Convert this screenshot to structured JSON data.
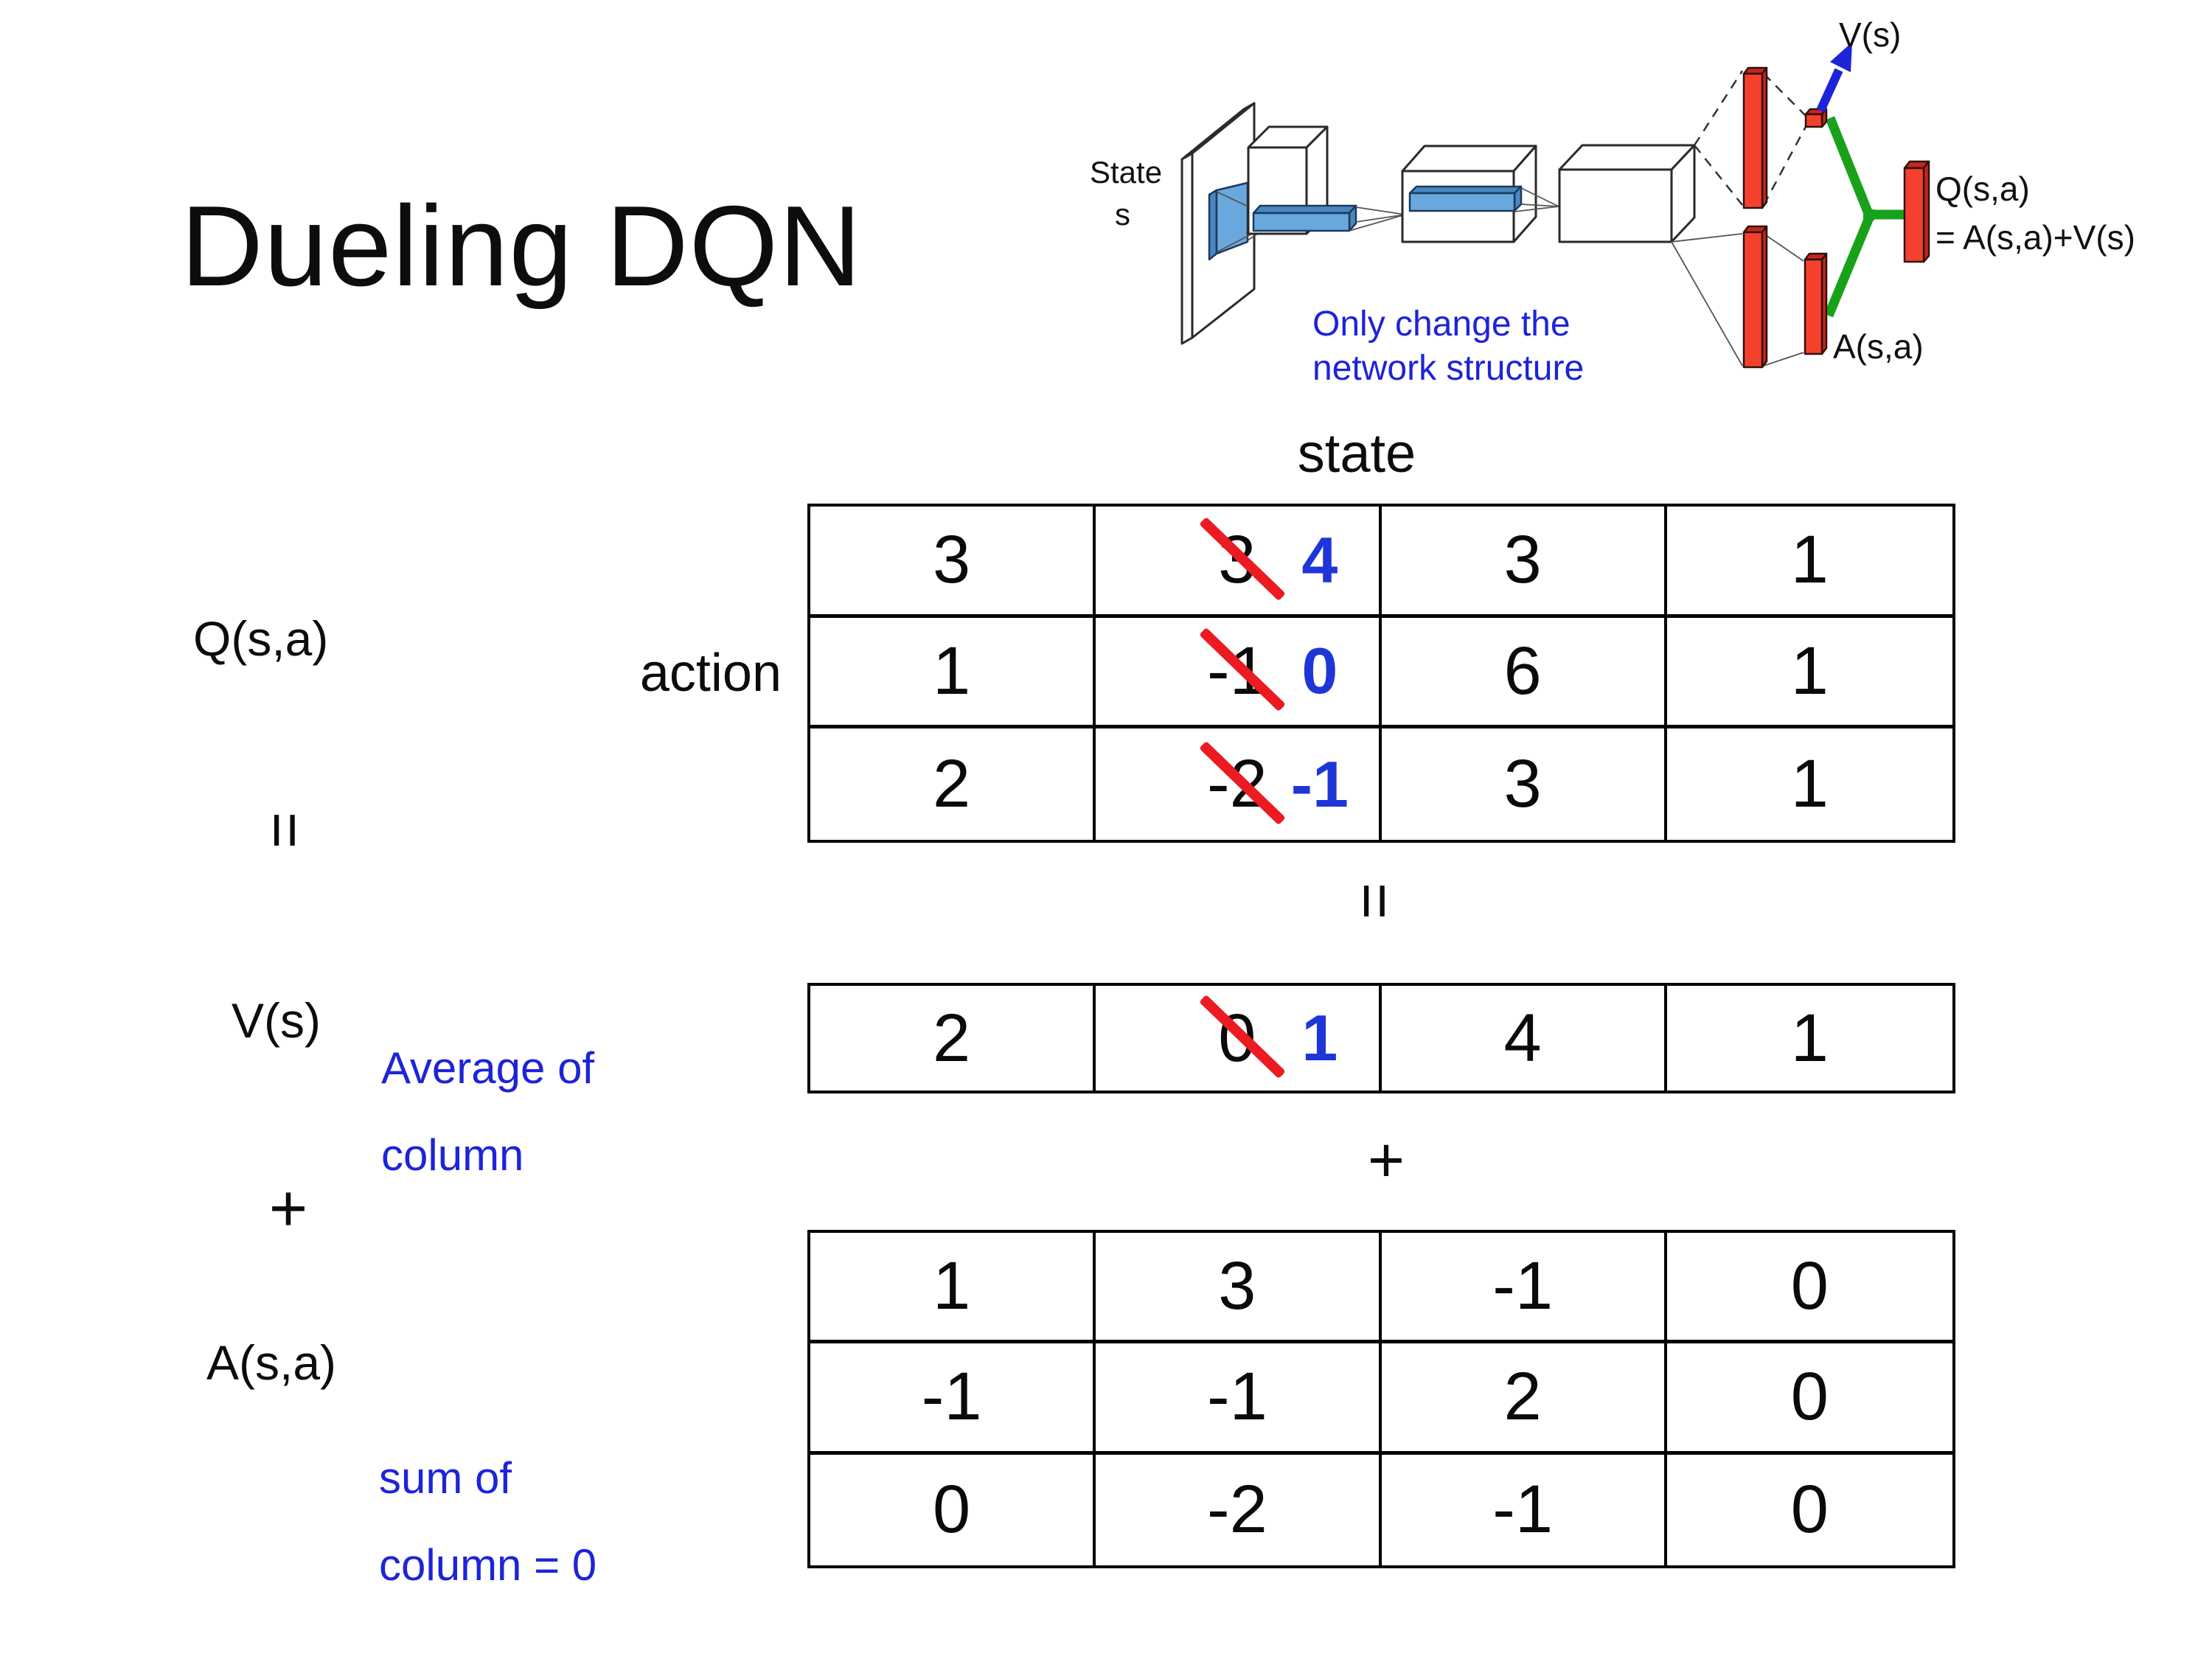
{
  "slide_title": "Dueling DQN",
  "colors": {
    "annotation_blue": "#1d24d8",
    "number_blue": "#1e36d8",
    "strike_red": "#ec1b21",
    "bar_red": "#f5402e",
    "bar_red_dark": "#c5281a",
    "green": "#1aa11a",
    "conv_blue": "#68a8dc",
    "conv_blue_dark": "#4b86c0"
  },
  "network_diagram": {
    "input_label_line1": "State",
    "input_label_line2": "s",
    "note_line1": "Only change the",
    "note_line2": "network structure",
    "v_output_label": "V(s)",
    "a_output_label": "A(s,a)",
    "q_output_label_line1": "Q(s,a)",
    "q_output_label_line2": "= A(s,a)+V(s)"
  },
  "decomposition": {
    "q_label": "Q(s,a)",
    "equals_left": "=",
    "v_label": "V(s)",
    "plus_left": "+",
    "a_label": "A(s,a)",
    "action_label": "action",
    "state_label": "state",
    "equals_mid": "=",
    "plus_mid": "+",
    "avg_note": "Average of\ncolumn",
    "sum_note": "sum of\ncolumn = 0"
  },
  "q_table": {
    "rows": [
      [
        "3",
        {
          "old": "3",
          "new": "4"
        },
        "3",
        "1"
      ],
      [
        "1",
        {
          "old": "-1",
          "new": "0"
        },
        "6",
        "1"
      ],
      [
        "2",
        {
          "old": "-2",
          "new": "-1"
        },
        "3",
        "1"
      ]
    ]
  },
  "v_table": {
    "rows": [
      [
        "2",
        {
          "old": "0",
          "new": "1"
        },
        "4",
        "1"
      ]
    ]
  },
  "a_table": {
    "rows": [
      [
        "1",
        "3",
        "-1",
        "0"
      ],
      [
        "-1",
        "-1",
        "2",
        "0"
      ],
      [
        "0",
        "-2",
        "-1",
        "0"
      ]
    ]
  }
}
